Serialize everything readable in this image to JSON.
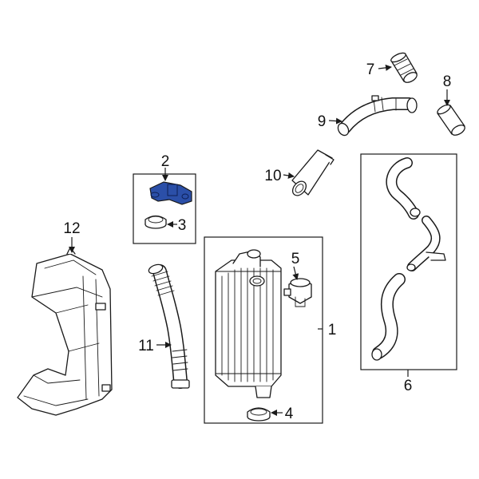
{
  "callouts": {
    "c1": "1",
    "c2": "2",
    "c3": "3",
    "c4": "4",
    "c5": "5",
    "c6": "6",
    "c7": "7",
    "c8": "8",
    "c9": "9",
    "c10": "10",
    "c11": "11",
    "c12": "12"
  },
  "colors": {
    "highlight": "#2b4fa8",
    "line": "#1a1a1a",
    "background": "#ffffff"
  }
}
